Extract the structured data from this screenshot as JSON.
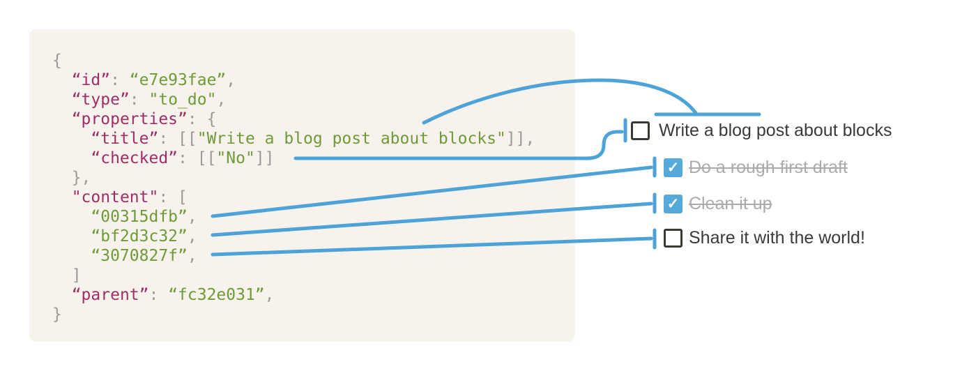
{
  "colors": {
    "page_bg": "#ffffff",
    "panel_bg": "#f7f3ec",
    "accent": "#4da3d8",
    "code_key": "#9d2f66",
    "code_val": "#6e9b39",
    "code_punc": "#9a9a98",
    "ink": "#3a3a3a",
    "ink_muted": "#ababab",
    "box_border": "#3a3833",
    "check_bg": "#55aada",
    "check_mark": "#ffffff"
  },
  "code_panel": {
    "lines": [
      [
        {
          "c": "p",
          "t": "{"
        }
      ],
      [
        {
          "c": "p",
          "t": "  "
        },
        {
          "c": "k",
          "t": "“id”"
        },
        {
          "c": "p",
          "t": ": "
        },
        {
          "c": "g",
          "t": "“e7e93fae”"
        },
        {
          "c": "p",
          "t": ","
        }
      ],
      [
        {
          "c": "p",
          "t": "  "
        },
        {
          "c": "k",
          "t": "“type”"
        },
        {
          "c": "p",
          "t": ": "
        },
        {
          "c": "g",
          "t": "\"to_do\""
        },
        {
          "c": "p",
          "t": ","
        }
      ],
      [
        {
          "c": "p",
          "t": "  "
        },
        {
          "c": "k",
          "t": "“properties”"
        },
        {
          "c": "p",
          "t": ": {"
        }
      ],
      [
        {
          "c": "p",
          "t": "    "
        },
        {
          "c": "k",
          "t": "“title”"
        },
        {
          "c": "p",
          "t": ": [["
        },
        {
          "c": "g",
          "t": "\"Write a blog post about blocks\""
        },
        {
          "c": "p",
          "t": "]],"
        }
      ],
      [
        {
          "c": "p",
          "t": "    "
        },
        {
          "c": "k",
          "t": "“checked”"
        },
        {
          "c": "p",
          "t": ": [["
        },
        {
          "c": "g",
          "t": "\"No\""
        },
        {
          "c": "p",
          "t": "]]"
        }
      ],
      [
        {
          "c": "p",
          "t": "  },"
        }
      ],
      [
        {
          "c": "p",
          "t": "  "
        },
        {
          "c": "k",
          "t": "\"content\""
        },
        {
          "c": "p",
          "t": ": ["
        }
      ],
      [
        {
          "c": "p",
          "t": "    "
        },
        {
          "c": "g",
          "t": "“00315dfb”"
        },
        {
          "c": "p",
          "t": ","
        }
      ],
      [
        {
          "c": "p",
          "t": "    "
        },
        {
          "c": "g",
          "t": "“bf2d3c32”"
        },
        {
          "c": "p",
          "t": ","
        }
      ],
      [
        {
          "c": "p",
          "t": "    "
        },
        {
          "c": "g",
          "t": "“3070827f”"
        },
        {
          "c": "p",
          "t": ","
        }
      ],
      [
        {
          "c": "p",
          "t": "  ]"
        }
      ],
      [
        {
          "c": "p",
          "t": "  "
        },
        {
          "c": "k",
          "t": "“parent”"
        },
        {
          "c": "p",
          "t": ": "
        },
        {
          "c": "g",
          "t": "“fc32e031”"
        },
        {
          "c": "p",
          "t": ","
        }
      ],
      [
        {
          "c": "p",
          "t": "}"
        }
      ]
    ]
  },
  "todos": {
    "checkmark": "✓",
    "items": [
      {
        "label": "Write a blog post about blocks",
        "checked": false
      },
      {
        "label": "Do a rough first draft",
        "checked": true
      },
      {
        "label": "Clean it up",
        "checked": true
      },
      {
        "label": "Share it with the world!",
        "checked": false
      }
    ]
  }
}
